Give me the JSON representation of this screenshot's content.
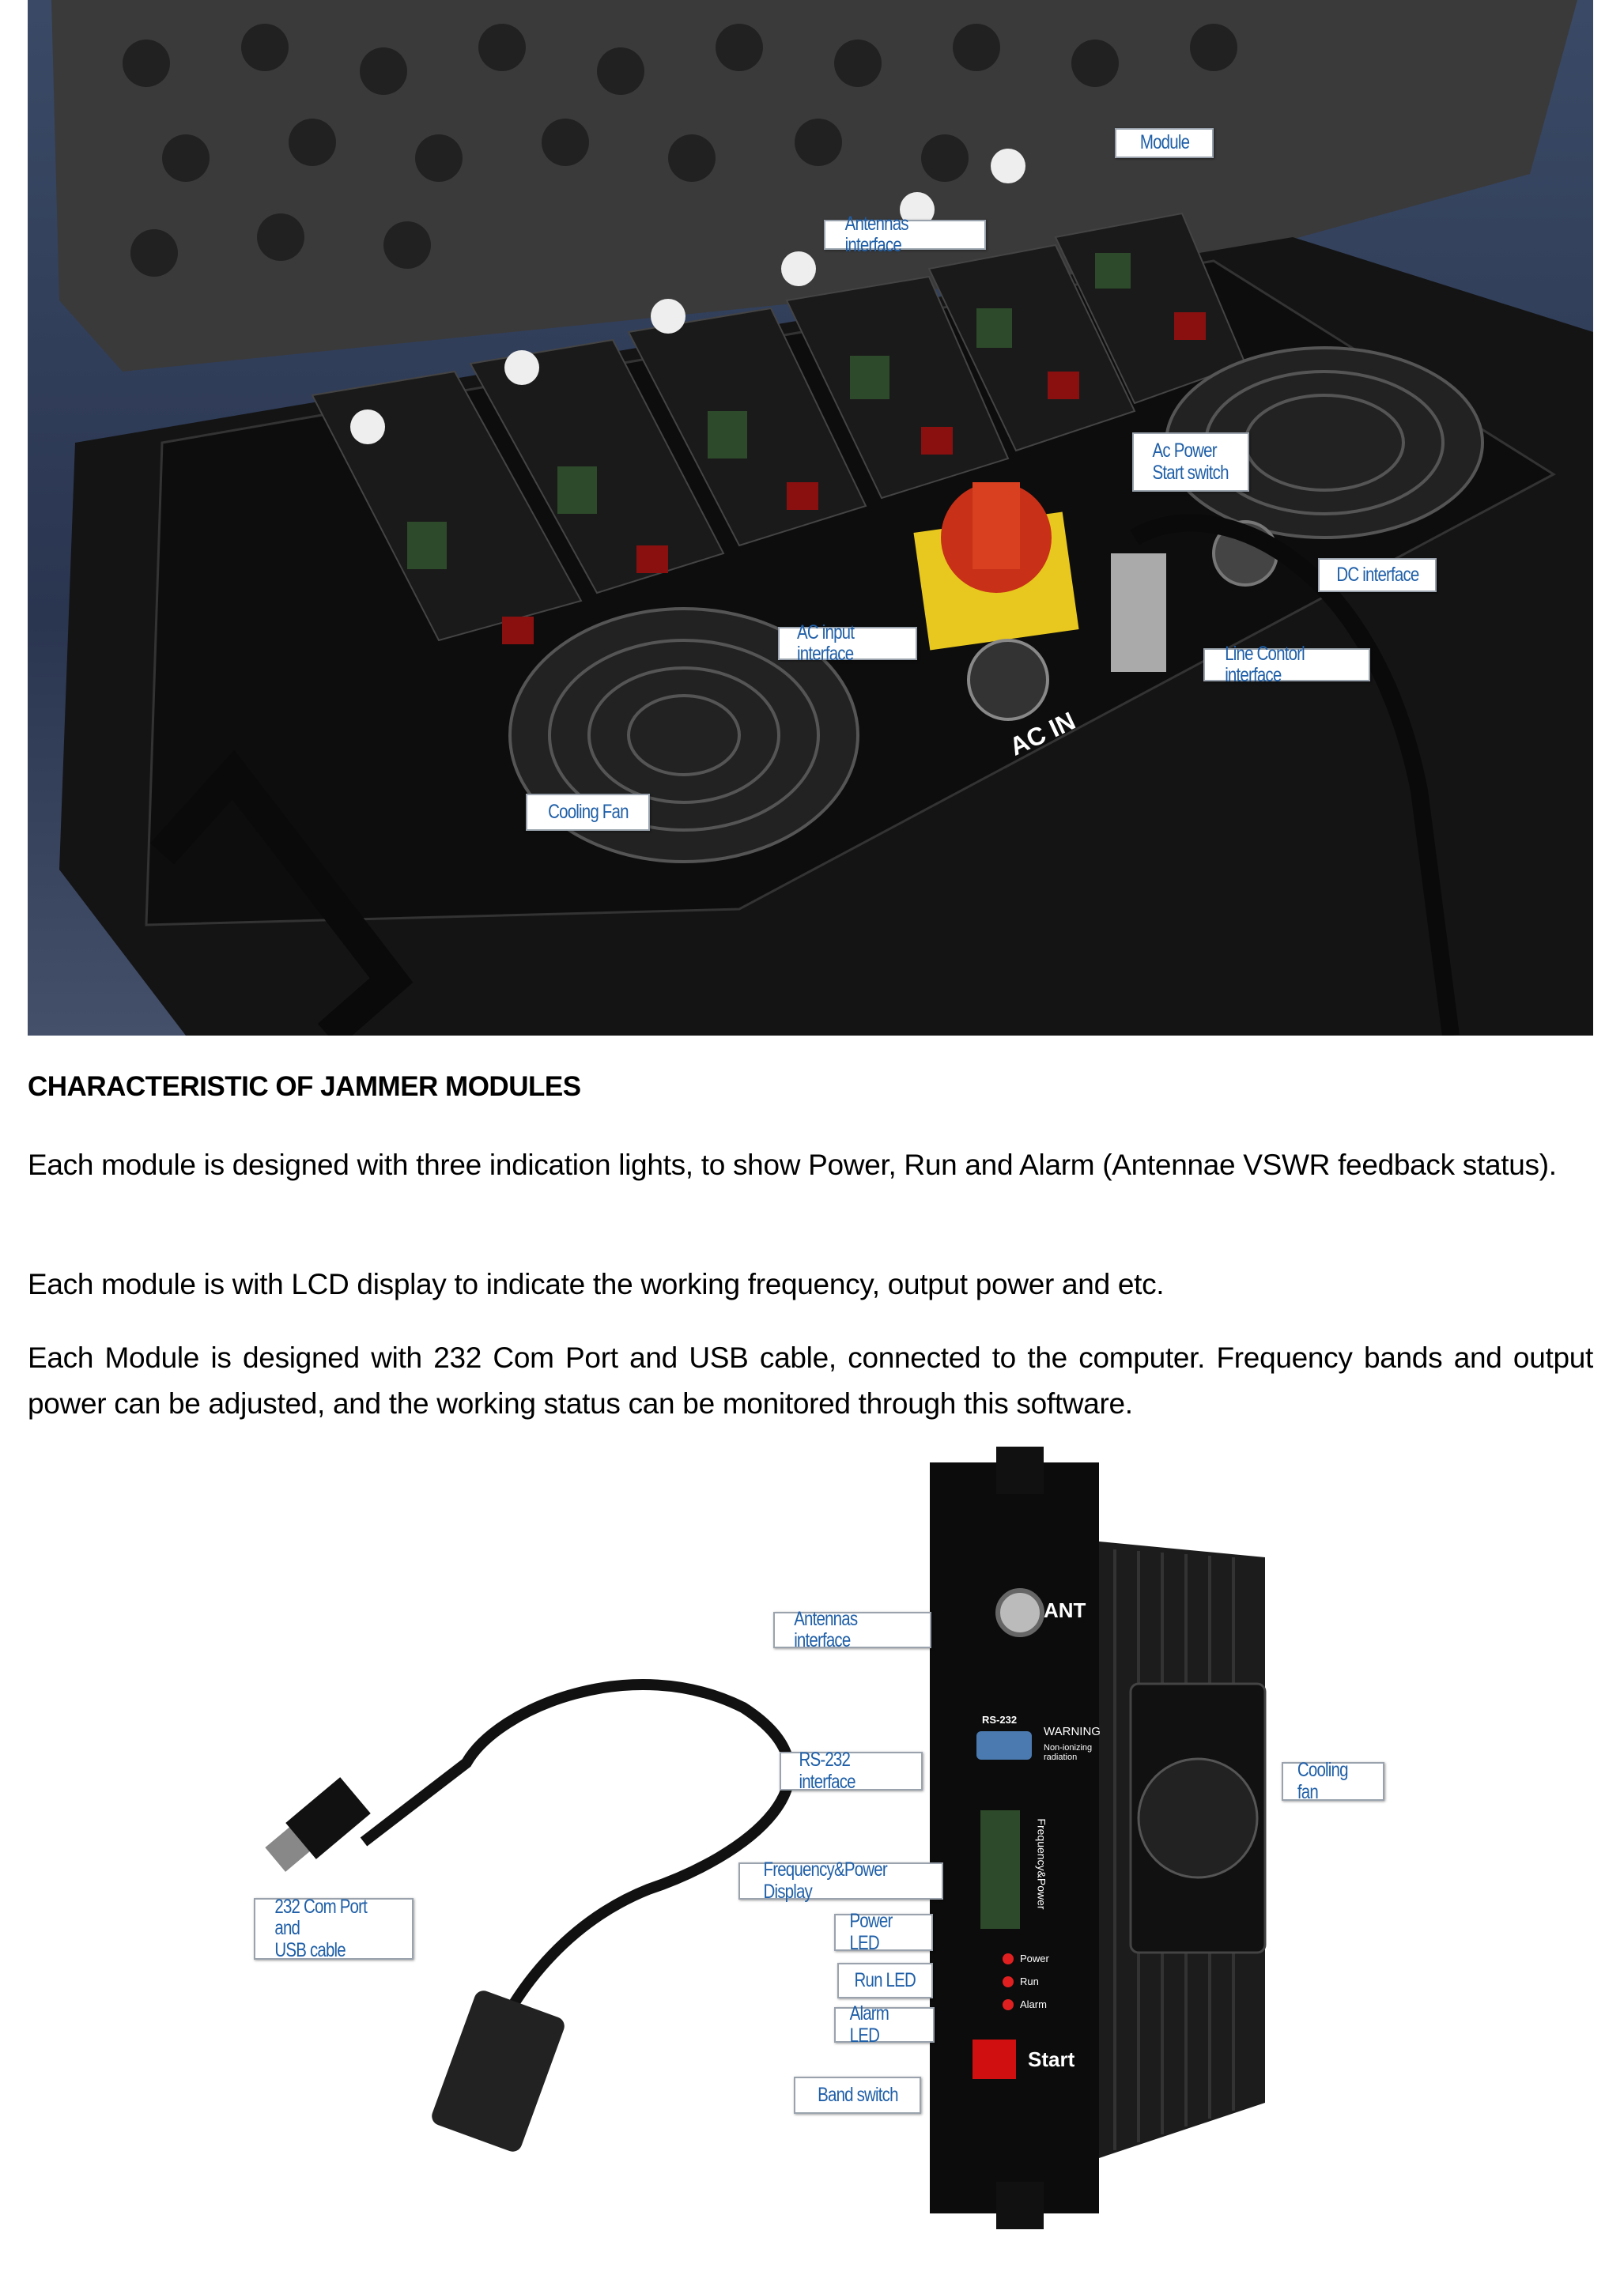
{
  "top_photo": {
    "callouts": {
      "module": "Module",
      "antennas_interface": "Antennas interface",
      "ac_power_start_switch": "Ac Power\nStart switch",
      "dc_interface": "DC  interface",
      "ac_input_interface": "AC input interface",
      "line_control_interface": "Line Contorl interface",
      "cooling_fan": "Cooling Fan"
    },
    "panel_text": {
      "ac_in": "AC IN"
    }
  },
  "section": {
    "heading": "CHARACTERISTIC OF JAMMER MODULES",
    "paragraphs": [
      "Each module is designed with three indication lights, to show Power, Run and Alarm (Antennae VSWR feedback status).",
      "Each module is with LCD display to indicate the working frequency, output power and etc.",
      "Each Module is designed with 232 Com Port and USB cable, connected to the computer. Frequency bands and output power can be adjusted, and the working status can be monitored through this software."
    ]
  },
  "bottom_photo": {
    "callouts": {
      "antennas_interface": "Antennas interface",
      "rs232_interface": "RS-232 interface",
      "freq_power_display": "Frequency&Power Display",
      "power_led": "Power LED",
      "run_led": "Run LED",
      "alarm_led": "Alarm LED",
      "band_switch": "Band switch",
      "cooling_fan": "Cooling fan",
      "com_port_usb": "232 Com Port and\nUSB cable"
    },
    "module_text": {
      "ant": "ANT",
      "rs232": "RS-232",
      "warning": "WARNING",
      "non_ionizing": "Non-ionizing radiation",
      "freq_power": "Frequency&Power",
      "power": "Power",
      "run": "Run",
      "alarm": "Alarm",
      "start": "Start"
    }
  }
}
